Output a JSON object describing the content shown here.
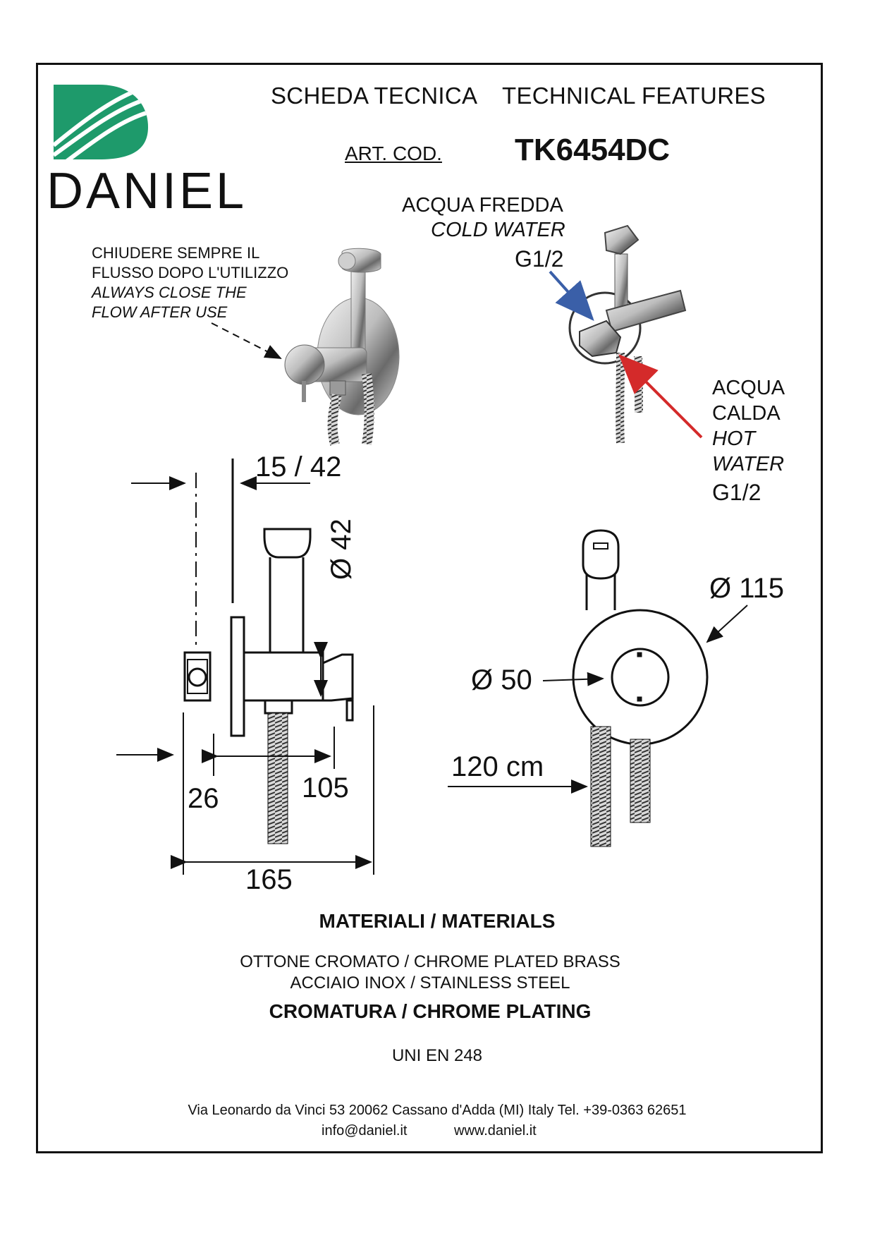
{
  "header": {
    "title_it": "SCHEDA TECNICA",
    "title_en": "TECHNICAL FEATURES",
    "art_label": "ART. COD.",
    "art_code": "TK6454DC"
  },
  "brand": {
    "name": "DANIEL",
    "color_green": "#1e9a6b"
  },
  "note": {
    "line1": "CHIUDERE SEMPRE IL",
    "line2": "FLUSSO DOPO L'UTILIZZO",
    "line3": "ALWAYS CLOSE THE",
    "line4": "FLOW AFTER  USE"
  },
  "cold": {
    "it": "ACQUA FREDDA",
    "en": "COLD WATER",
    "size": "G1/2",
    "color": "#3a5fa8"
  },
  "hot": {
    "it1": "ACQUA",
    "it2": "CALDA",
    "en1": "HOT",
    "en2": "WATER",
    "size": "G1/2",
    "color": "#d42a2a"
  },
  "dimensions": {
    "offset": "15 / 42",
    "body_diameter": "Ø 42",
    "depth": "26",
    "spout": "105",
    "length": "165",
    "plate": "Ø 115",
    "inner": "Ø 50",
    "hose": "120 cm"
  },
  "materials": {
    "heading": "MATERIALI / MATERIALS",
    "line1": "OTTONE CROMATO  / CHROME PLATED BRASS",
    "line2": "ACCIAIO INOX / STAINLESS STEEL",
    "plating": "CROMATURA / CHROME PLATING",
    "standard": "UNI EN 248"
  },
  "footer": {
    "address": "Via Leonardo da Vinci 53    20062 Cassano d'Adda (MI) Italy Tel. +39-0363 62651",
    "email": "info@daniel.it",
    "web": "www.daniel.it"
  }
}
